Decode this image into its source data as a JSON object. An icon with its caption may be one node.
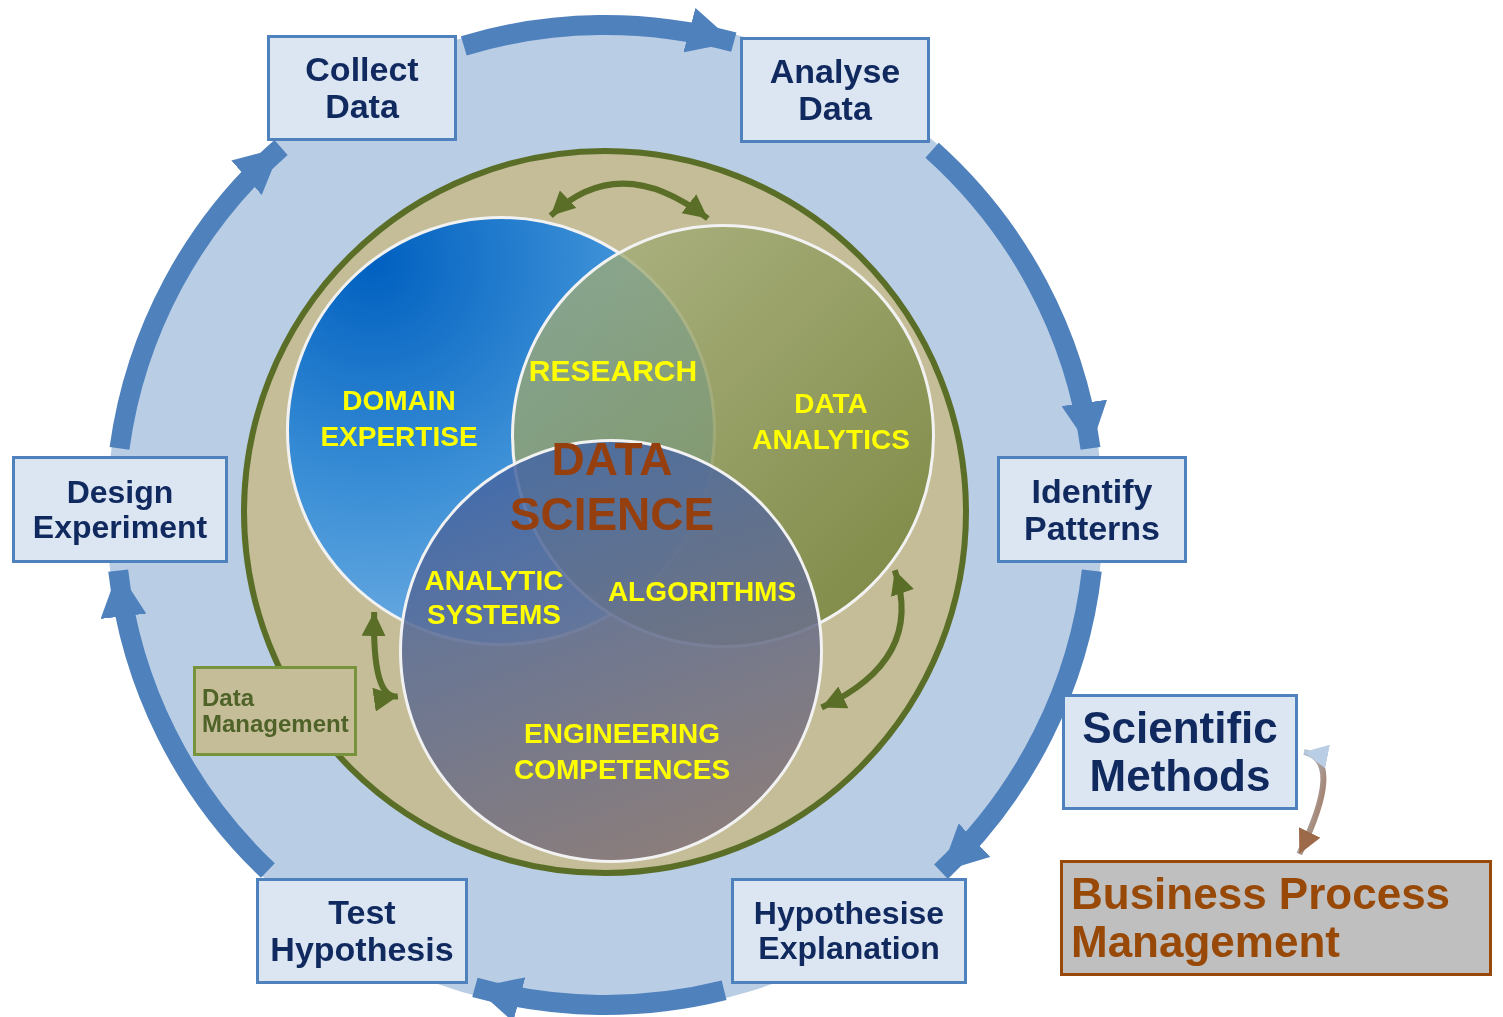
{
  "diagram": {
    "nodes": [
      {
        "text": [
          "Collect Data"
        ]
      },
      {
        "text": [
          "Analyse Data"
        ]
      },
      {
        "text": [
          "Identify Patterns"
        ]
      },
      {
        "text": [
          "Scientific Methods"
        ]
      },
      {
        "text": [
          "Hypothesise Explanation"
        ]
      },
      {
        "text": [
          "Test Hypothesis"
        ]
      },
      {
        "text": [
          "Design Experiment"
        ]
      },
      {
        "text": [],
        "shape": "circle"
      },
      {
        "text": [
          "DOMAIN EXPERTISE"
        ],
        "in": 7
      },
      {
        "text": [
          "DATA ANALYTICS"
        ],
        "in": 7
      },
      {
        "text": [
          "ENGINEERING COMPETENCES"
        ],
        "in": 7
      },
      {
        "text": [
          "Data Management"
        ]
      },
      {
        "text": [
          "Business Process Management"
        ]
      }
    ],
    "edges": [
      {
        "from": 0,
        "to": 1,
        "arrow": "to"
      },
      {
        "from": 1,
        "to": 2,
        "arrow": "to"
      },
      {
        "from": 2,
        "to": 4,
        "arrow": "to"
      },
      {
        "from": 4,
        "to": 5,
        "arrow": "to"
      },
      {
        "from": 5,
        "to": 6,
        "arrow": "to"
      },
      {
        "from": 6,
        "to": 0,
        "arrow": "to"
      },
      {
        "from": 8,
        "to": 9,
        "arrow": "both",
        "color": "#5a6e28"
      },
      {
        "from": 9,
        "to": 10,
        "arrow": "both",
        "color": "#5a6e28"
      },
      {
        "from": 8,
        "to": 10,
        "arrow": "both",
        "color": "#5a6e28"
      },
      {
        "from": 3,
        "to": 12,
        "arrow": "both",
        "color": "#9c6a48"
      }
    ],
    "labels": [
      "RESEARCH",
      "DATA SCIENCE",
      "ANALYTIC SYSTEMS",
      "ALGORITHMS"
    ]
  }
}
